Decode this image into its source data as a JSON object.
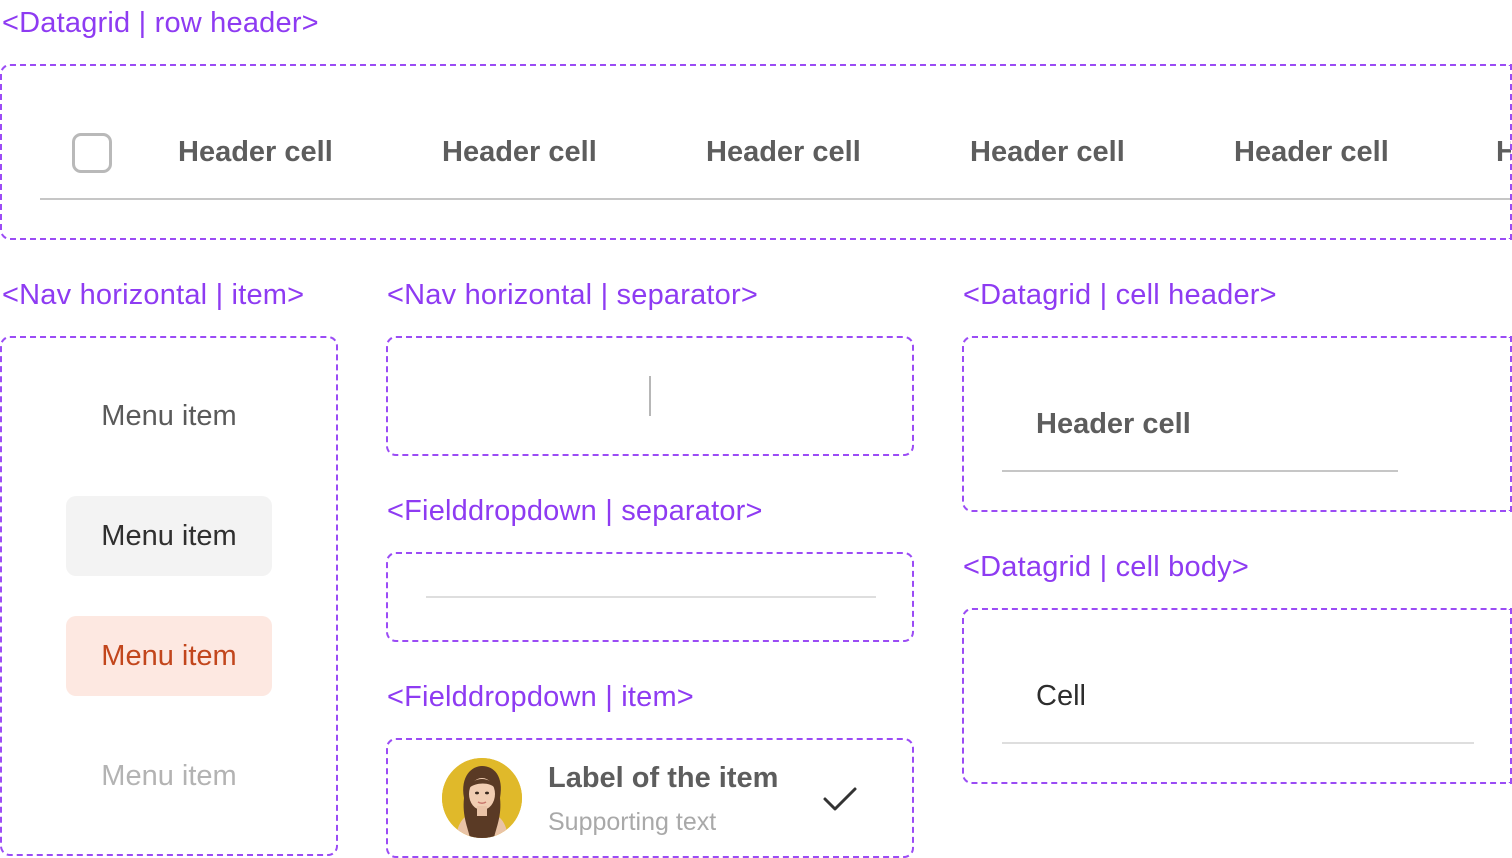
{
  "colors": {
    "annotation": "#8e3bf2",
    "selected_bg": "#fde8e1",
    "selected_text": "#c2461c",
    "hover_bg": "#f3f3f3"
  },
  "row_header": {
    "title": "<Datagrid | row header>",
    "header_cells": [
      "Header cell",
      "Header cell",
      "Header cell",
      "Header cell",
      "Header cell",
      "H"
    ]
  },
  "nav_item": {
    "title": "<Nav horizontal | item>",
    "items": [
      {
        "label": "Menu item",
        "state": "default"
      },
      {
        "label": "Menu item",
        "state": "hover"
      },
      {
        "label": "Menu item",
        "state": "selected"
      },
      {
        "label": "Menu item",
        "state": "disabled"
      }
    ]
  },
  "nav_separator": {
    "title": "<Nav horizontal | separator>"
  },
  "field_separator": {
    "title": "<Fielddropdown | separator>"
  },
  "field_item": {
    "title": "<Fielddropdown | item>",
    "label": "Label of the item",
    "supporting": "Supporting text",
    "icon": "check-icon"
  },
  "cell_header": {
    "title": "<Datagrid | cell header>",
    "text": "Header cell"
  },
  "cell_body": {
    "title": "<Datagrid | cell body>",
    "text": "Cell"
  }
}
